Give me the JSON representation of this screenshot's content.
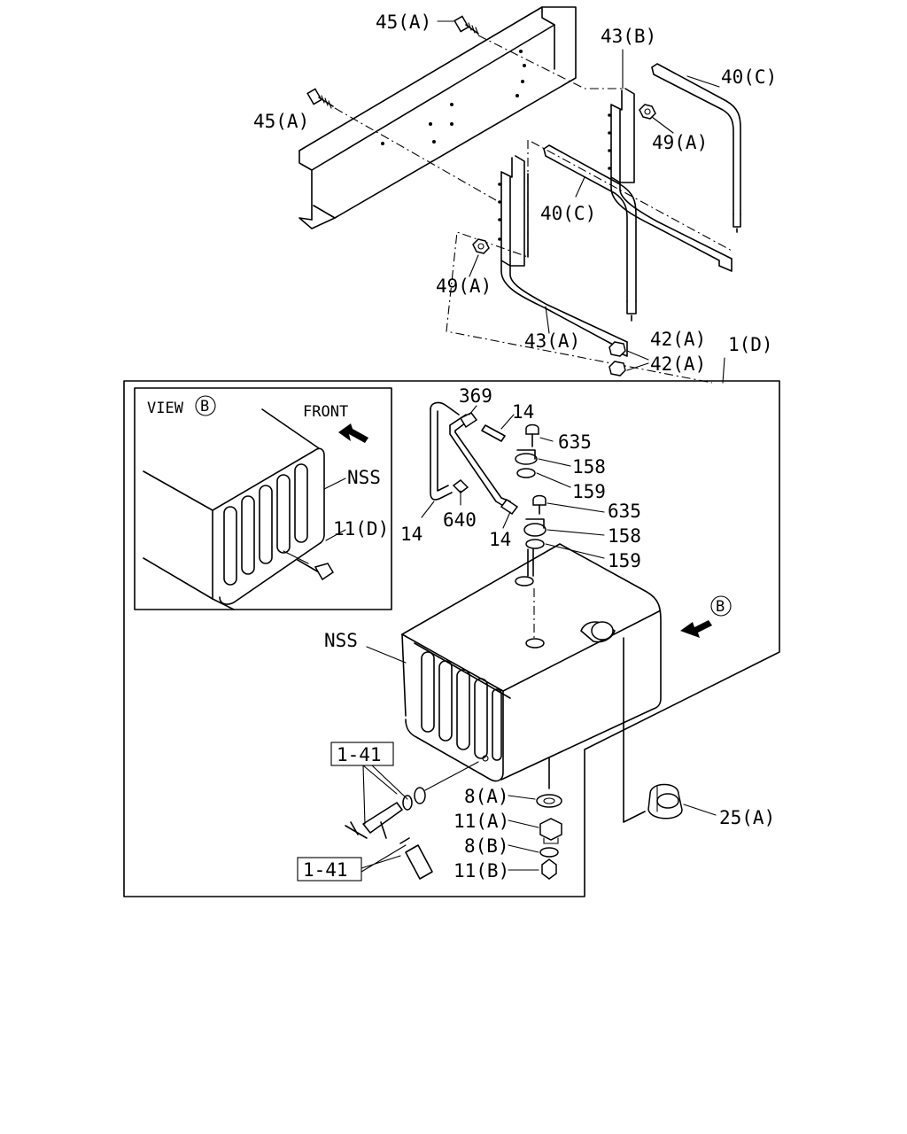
{
  "view": {
    "title": "VIEW",
    "marker": "B",
    "front": "FRONT",
    "nss": "NSS",
    "bolt_label": "11(D)"
  },
  "labels": {
    "l45a_top": "45(A)",
    "l45a_left": "45(A)",
    "l43b": "43(B)",
    "l40c_right": "40(C)",
    "l49a_right": "49(A)",
    "l40c_mid": "40(C)",
    "l49a_left": "49(A)",
    "l43a": "43(A)",
    "l42a_1": "42(A)",
    "l42a_2": "42(A)",
    "l1d": "1(D)",
    "l369": "369",
    "l14_top": "14",
    "l635_1": "635",
    "l158_1": "158",
    "l159_1": "159",
    "l635_2": "635",
    "l158_2": "158",
    "l159_2": "159",
    "l640": "640",
    "l14_left": "14",
    "l14_mid": "14",
    "lnss": "NSS",
    "lviewb": "B",
    "l141_top": "1-41",
    "l141_bottom": "1-41",
    "l8a": "8(A)",
    "l11a": "11(A)",
    "l8b": "8(B)",
    "l11b": "11(B)",
    "l25a": "25(A)"
  }
}
